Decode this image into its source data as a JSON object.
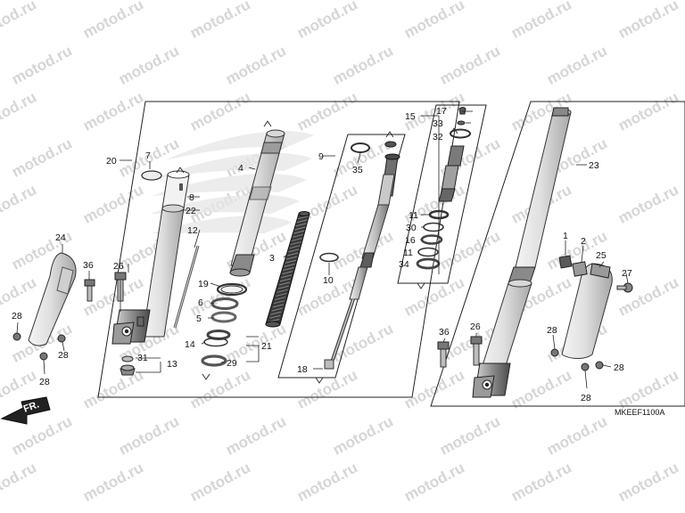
{
  "watermark": {
    "text": "motod.ru"
  },
  "reference_code": "MKEEF1100A",
  "direction_label": "FR.",
  "callouts": {
    "c1": "1",
    "c2": "2",
    "c3": "3",
    "c4": "4",
    "c5": "5",
    "c6": "6",
    "c7": "7",
    "c8": "8",
    "c9": "9",
    "c10": "10",
    "c11a": "11",
    "c11b": "11",
    "c12": "12",
    "c13": "13",
    "c14": "14",
    "c15": "15",
    "c16": "16",
    "c17": "17",
    "c18": "18",
    "c19": "19",
    "c20": "20",
    "c21": "21",
    "c22": "22",
    "c23": "23",
    "c24": "24",
    "c25": "25",
    "c26a": "26",
    "c26b": "26",
    "c27": "27",
    "c28a": "28",
    "c28b": "28",
    "c28c": "28",
    "c28d": "28",
    "c28e": "28",
    "c28f": "28",
    "c29": "29",
    "c30": "30",
    "c31": "31",
    "c32": "32",
    "c33": "33",
    "c34": "34",
    "c35": "35",
    "c36a": "36",
    "c36b": "36"
  }
}
